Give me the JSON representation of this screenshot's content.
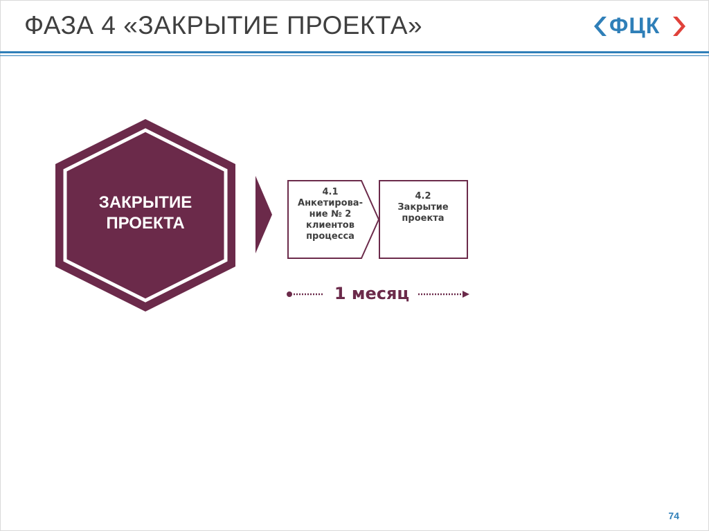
{
  "header": {
    "title": "ФАЗА 4 «ЗАКРЫТИЕ ПРОЕКТА»",
    "logo_text": "ФЦК",
    "accent_color": "#2f7fb8",
    "logo_accent_color": "#e0413a"
  },
  "diagram": {
    "phase_label": "ЗАКРЫТИЕ\nПРОЕКТА",
    "phase_color": "#6b2a4a",
    "steps": [
      {
        "label": "4.1\nАнкетирова-\nние № 2\nклиентов\nпроцесса"
      },
      {
        "label": "4.2\nЗакрытие\nпроекта"
      }
    ],
    "duration": "1 месяц"
  },
  "footer": {
    "page_number": "74"
  }
}
